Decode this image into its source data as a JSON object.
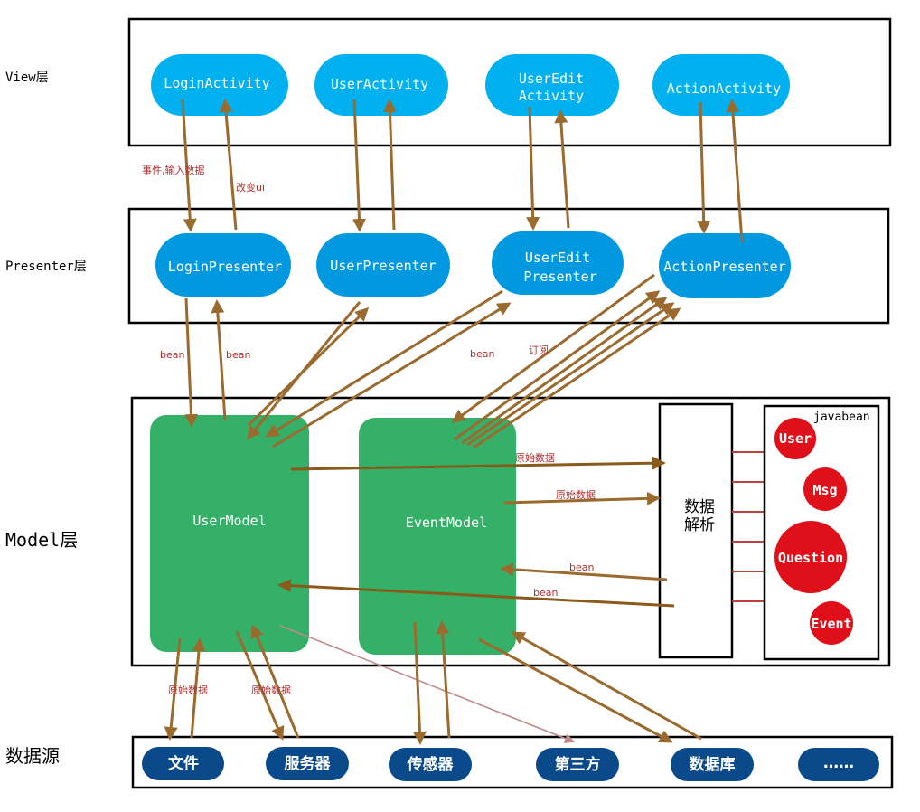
{
  "layers": {
    "view": "View层",
    "presenter": "Presenter层",
    "model": "Model层",
    "datasource": "数据源"
  },
  "views": [
    {
      "label": "LoginActivity"
    },
    {
      "label": "UserActivity"
    },
    {
      "label_line1": "UserEdit",
      "label_line2": "Activity"
    },
    {
      "label": "ActionActivity"
    }
  ],
  "presenters": [
    {
      "label": "LoginPresenter"
    },
    {
      "label": "UserPresenter"
    },
    {
      "label_line1": "UserEdit",
      "label_line2": "Presenter"
    },
    {
      "label": "ActionPresenter"
    }
  ],
  "models": {
    "user": "UserModel",
    "event": "EventModel",
    "parser_line1": "数据",
    "parser_line2": "解析",
    "javabean_title": "javabean",
    "beans": [
      "User",
      "Msg",
      "Question",
      "Event"
    ]
  },
  "sources": [
    "文件",
    "服务器",
    "传感器",
    "第三方",
    "数据库",
    "……"
  ],
  "edge_labels": {
    "event_input": "事件,输入数据",
    "change_ui": "改变ui",
    "bean_down": "bean",
    "bean_up": "bean",
    "bean_edit": "bean",
    "subscribe": "订阅",
    "raw_data_1": "原始数据",
    "raw_data_2": "原始数据",
    "bean_back_1": "bean",
    "bean_back_2": "bean",
    "raw_file": "原始数据",
    "raw_server": "原始数据"
  },
  "colors": {
    "view_node": "#00b0ef",
    "presenter_node": "#0099e0",
    "model_node": "#34b069",
    "bean_node": "#e0101a",
    "source_node": "#0a4a8a",
    "arrow": "#9b6a2e"
  }
}
